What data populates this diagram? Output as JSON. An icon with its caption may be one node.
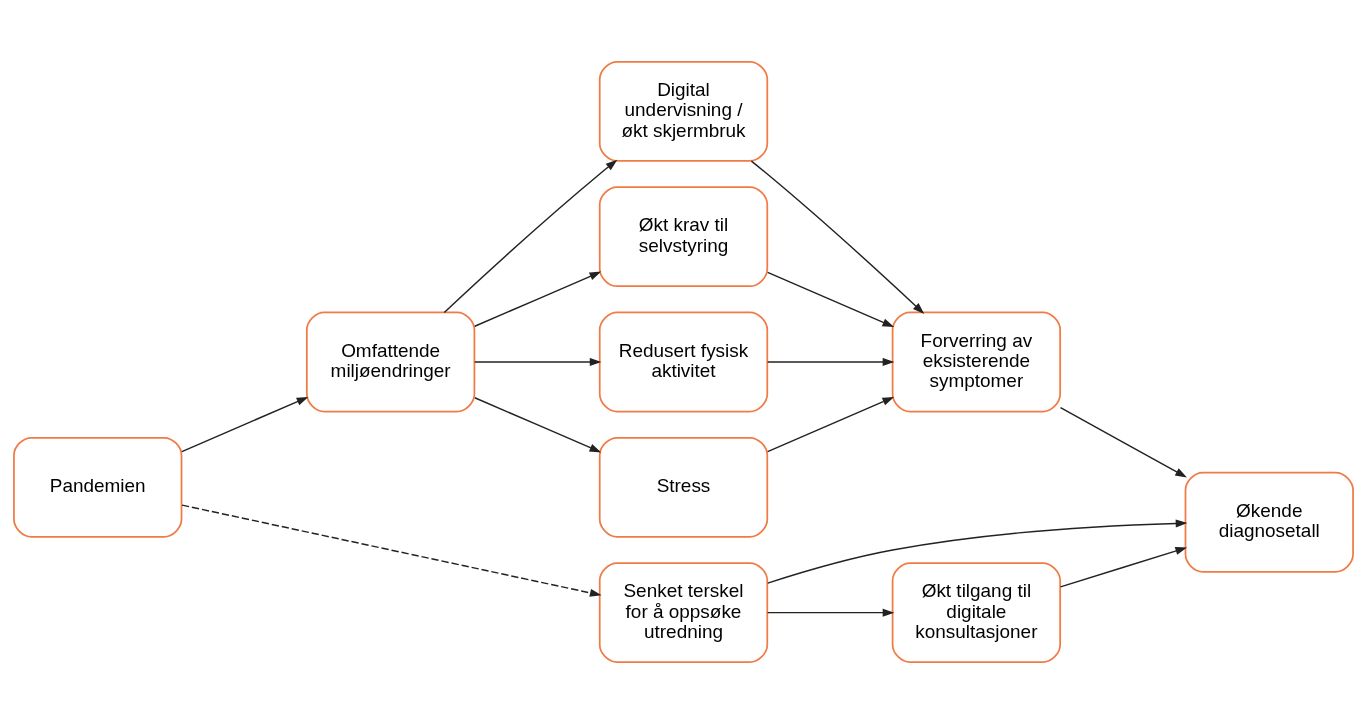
{
  "diagram": {
    "nodes": [
      {
        "text": [
          "Pandemien"
        ]
      },
      {
        "text": [
          "Omfattende miljøendringer"
        ]
      },
      {
        "text": [
          "Digital undervisning / økt skjermbruk"
        ]
      },
      {
        "text": [
          "Økt krav til selvstyring"
        ]
      },
      {
        "text": [
          "Redusert fysisk aktivitet"
        ]
      },
      {
        "text": [
          "Stress"
        ]
      },
      {
        "text": [
          "Forverring av eksisterende symptomer"
        ]
      },
      {
        "text": [
          "Økende diagnosetall"
        ]
      },
      {
        "text": [
          "Senket terskel for å oppsøke utredning"
        ]
      },
      {
        "text": [
          "Økt tilgang til digitale konsultasjoner"
        ]
      }
    ],
    "edges": [
      {
        "from": 0,
        "to": 1,
        "arrow": "to"
      },
      {
        "from": 0,
        "to": 8,
        "arrow": "to",
        "style": "dashed"
      },
      {
        "from": 1,
        "to": 2,
        "arrow": "to"
      },
      {
        "from": 1,
        "to": 3,
        "arrow": "to"
      },
      {
        "from": 1,
        "to": 4,
        "arrow": "to"
      },
      {
        "from": 1,
        "to": 5,
        "arrow": "to"
      },
      {
        "from": 2,
        "to": 6,
        "arrow": "to"
      },
      {
        "from": 3,
        "to": 6,
        "arrow": "to"
      },
      {
        "from": 4,
        "to": 6,
        "arrow": "to"
      },
      {
        "from": 5,
        "to": 6,
        "arrow": "to"
      },
      {
        "from": 6,
        "to": 7,
        "arrow": "to"
      },
      {
        "from": 8,
        "to": 7,
        "arrow": "to"
      },
      {
        "from": 8,
        "to": 9,
        "arrow": "to"
      },
      {
        "from": 9,
        "to": 7,
        "arrow": "to"
      }
    ]
  }
}
